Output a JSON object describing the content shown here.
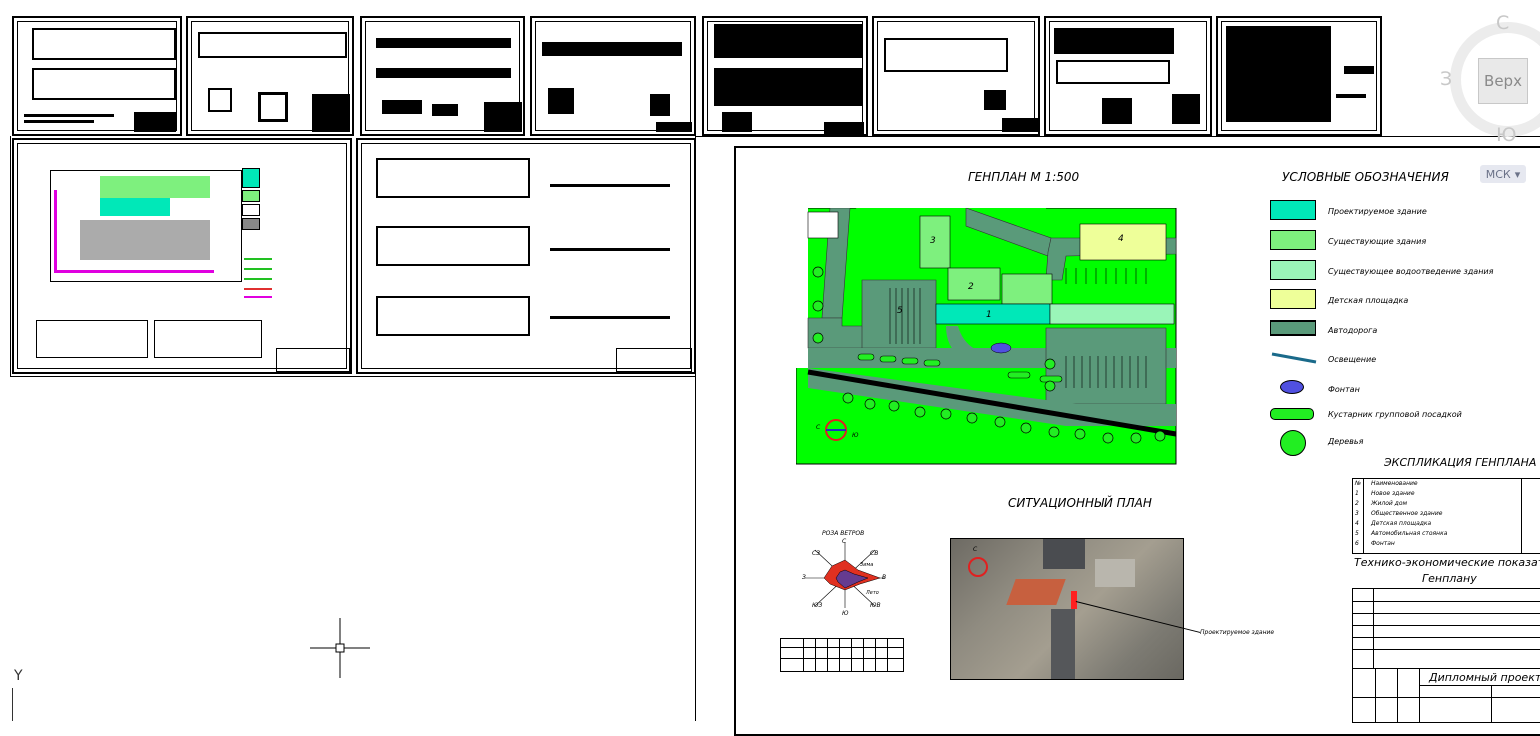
{
  "viewcube": {
    "north": "С",
    "west": "З",
    "south": "Ю",
    "face": "Верх"
  },
  "ucs_button": {
    "label": "МСК",
    "chevron": "▾"
  },
  "ucs_axis": {
    "y_label": "Y"
  },
  "drawing": {
    "genplan_title": "ГЕНПЛАН М 1:500",
    "legend_title": "УСЛОВНЫЕ ОБОЗНАЧЕНИЯ",
    "situation_title": "СИТУАЦИОННЫЙ ПЛАН",
    "explication_title": "ЭКСПЛИКАЦИЯ ГЕНПЛАНА",
    "tep_title_line1": "Технико-экономические показатели к",
    "tep_title_line2": "Генплану",
    "stamp_title": "Дипломный проект",
    "wind_title": "РОЗА ВЕТРОВ",
    "wind_labels": {
      "n": "С",
      "ne": "СВ",
      "e": "В",
      "se": "ЮВ",
      "s": "Ю",
      "sw": "ЮЗ",
      "w": "З",
      "nw": "СЗ",
      "winter": "Зима",
      "summer": "Лето"
    },
    "site_marker_label": "Проектируемое здание",
    "compass": {
      "n": "С",
      "s": "Ю"
    },
    "legend": [
      {
        "color": "#00e8b8",
        "label": "Проектируемое здание"
      },
      {
        "color": "#7ef07e",
        "label": "Существующие здания"
      },
      {
        "color": "#9af5b8",
        "label": "Существующее водоотведение здания"
      },
      {
        "color": "#eeff99",
        "label": "Детская площадка"
      },
      {
        "color": "#5a9a7a",
        "label": "Автодорога"
      },
      {
        "color": "#2a7a9a",
        "label": "Освещение"
      },
      {
        "color": "#5050e0",
        "label": "Фонтан"
      },
      {
        "color": "#22dd22",
        "label": "Кустарник групповой посадкой"
      },
      {
        "color": "#22dd22",
        "label": "Деревья"
      }
    ],
    "explication_rows": [
      {
        "no": "№",
        "name": "Наименование"
      },
      {
        "no": "1",
        "name": "Новое здание"
      },
      {
        "no": "2",
        "name": "Жилой дом"
      },
      {
        "no": "3",
        "name": "Общественное здание"
      },
      {
        "no": "4",
        "name": "Детская площадка"
      },
      {
        "no": "5",
        "name": "Автомобильная стоянка"
      },
      {
        "no": "6",
        "name": "Фонтан"
      }
    ],
    "building_numbers": [
      "1",
      "2",
      "3",
      "4",
      "5"
    ]
  },
  "colors": {
    "bright_green": "#00ff00",
    "road": "#5a9a7a",
    "new_building": "#00e8b8",
    "existing": "#7ef07e"
  }
}
